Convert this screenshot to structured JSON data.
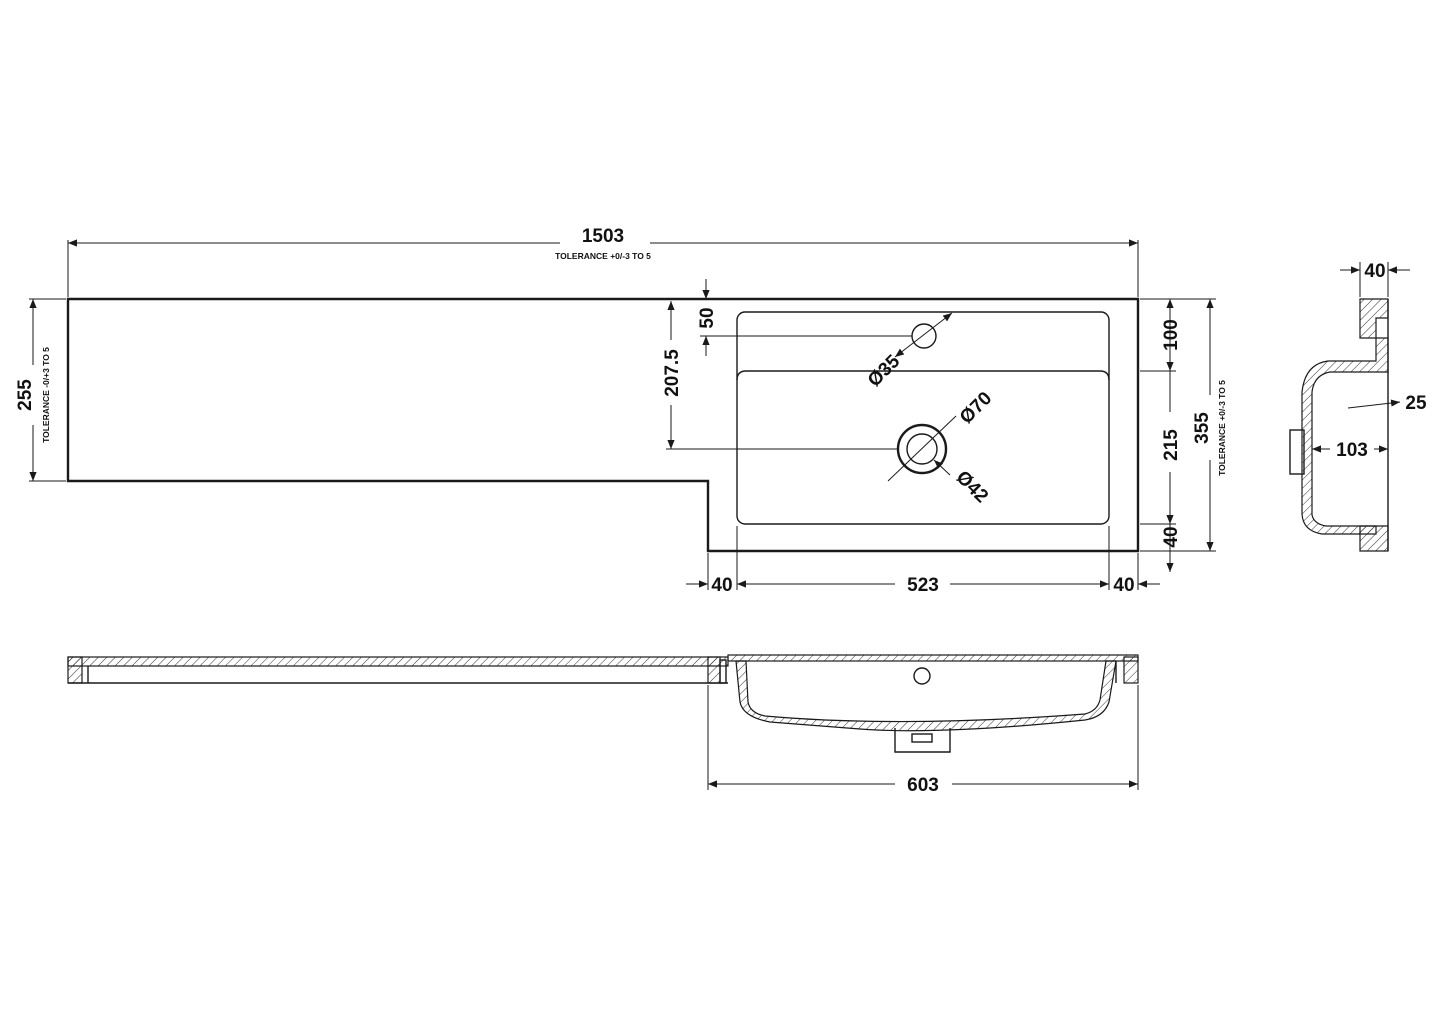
{
  "units_note": "",
  "plan": {
    "overall_width": "1503",
    "overall_width_tolerance": "TOLERANCE +0/-3 TO 5",
    "counter_depth": "255",
    "counter_depth_tolerance": "TOLERANCE -0/+3 TO 5",
    "basin_depth": "355",
    "basin_depth_tolerance": "TOLERANCE +0/-3 TO 5",
    "tap_hole_offset": "50",
    "waste_offset": "207.5",
    "tap_hole_diameter": "Ø35",
    "waste_outer_diameter": "Ø70",
    "waste_inner_diameter": "Ø42",
    "front_to_bowl": "100",
    "bowl_depth": "215",
    "rear_margin": "40",
    "left_margin": "40",
    "bowl_width": "523",
    "right_margin": "40"
  },
  "side_section": {
    "rim_thickness": "40",
    "wall_thickness": "25",
    "bowl_height": "103"
  },
  "front_section": {
    "basin_width": "603"
  }
}
